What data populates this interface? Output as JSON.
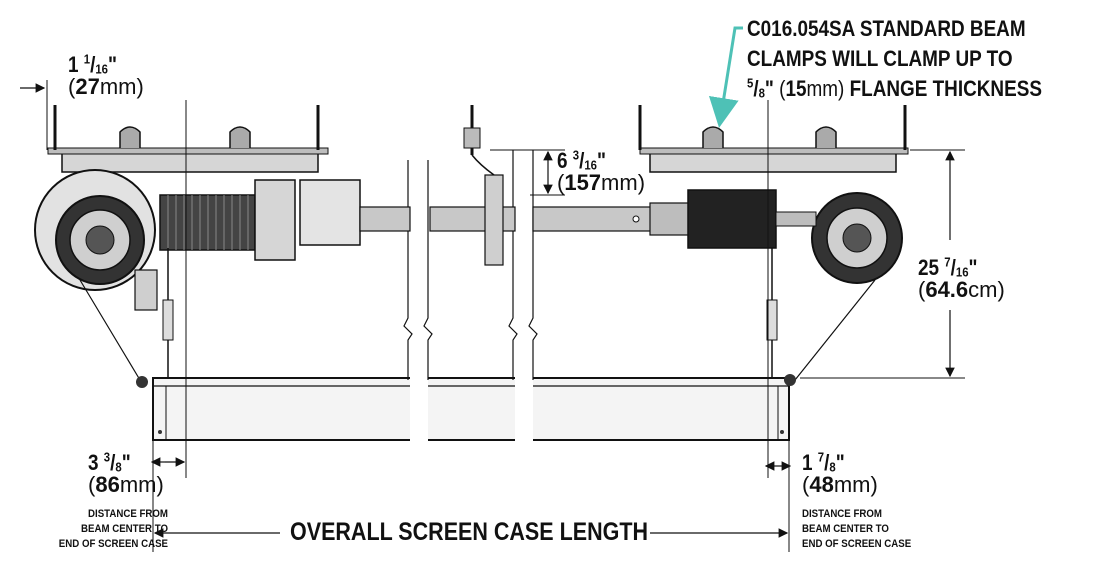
{
  "callout": {
    "line1": "C016.054SA STANDARD BEAM",
    "line2": "CLAMPS WILL CLAMP UP TO",
    "line3_frac_num": "5",
    "line3_frac_den": "8",
    "line3_inch": "\"",
    "line3_mm_open": " (",
    "line3_mm_val": "15",
    "line3_mm_unit": "mm)",
    "line3_rest": " FLANGE THICKNESS"
  },
  "dim_beam_offset": {
    "whole": "1 ",
    "num": "1",
    "den": "16",
    "inch": "\"",
    "metric_open": "(",
    "metric_val": "27",
    "metric_unit": "mm)"
  },
  "dim_drop": {
    "whole": "6 ",
    "num": "3",
    "den": "16",
    "inch": "\"",
    "metric_open": "(",
    "metric_val": "157",
    "metric_unit": "mm)"
  },
  "dim_height": {
    "whole": "25 ",
    "num": "7",
    "den": "16",
    "inch": "\"",
    "metric_open": "(",
    "metric_val": "64.6",
    "metric_unit": "cm)"
  },
  "dim_left_end": {
    "whole": "3 ",
    "num": "3",
    "den": "8",
    "inch": "\"",
    "metric_open": "(",
    "metric_val": "86",
    "metric_unit": "mm)",
    "note1": "DISTANCE FROM",
    "note2": "BEAM CENTER TO",
    "note3": "END OF SCREEN CASE"
  },
  "dim_right_end": {
    "whole": "1 ",
    "num": "7",
    "den": "8",
    "inch": "\"",
    "metric_open": "(",
    "metric_val": "48",
    "metric_unit": "mm)",
    "note1": "DISTANCE FROM",
    "note2": "BEAM CENTER TO",
    "note3": "END OF SCREEN CASE"
  },
  "overall_label": "OVERALL SCREEN CASE LENGTH",
  "colors": {
    "callout_arrow": "#4ec1b6",
    "line": "#111111",
    "case_fill": "#f3f3f3",
    "metal": "#cfcfcf",
    "dark": "#2a2a2a"
  }
}
